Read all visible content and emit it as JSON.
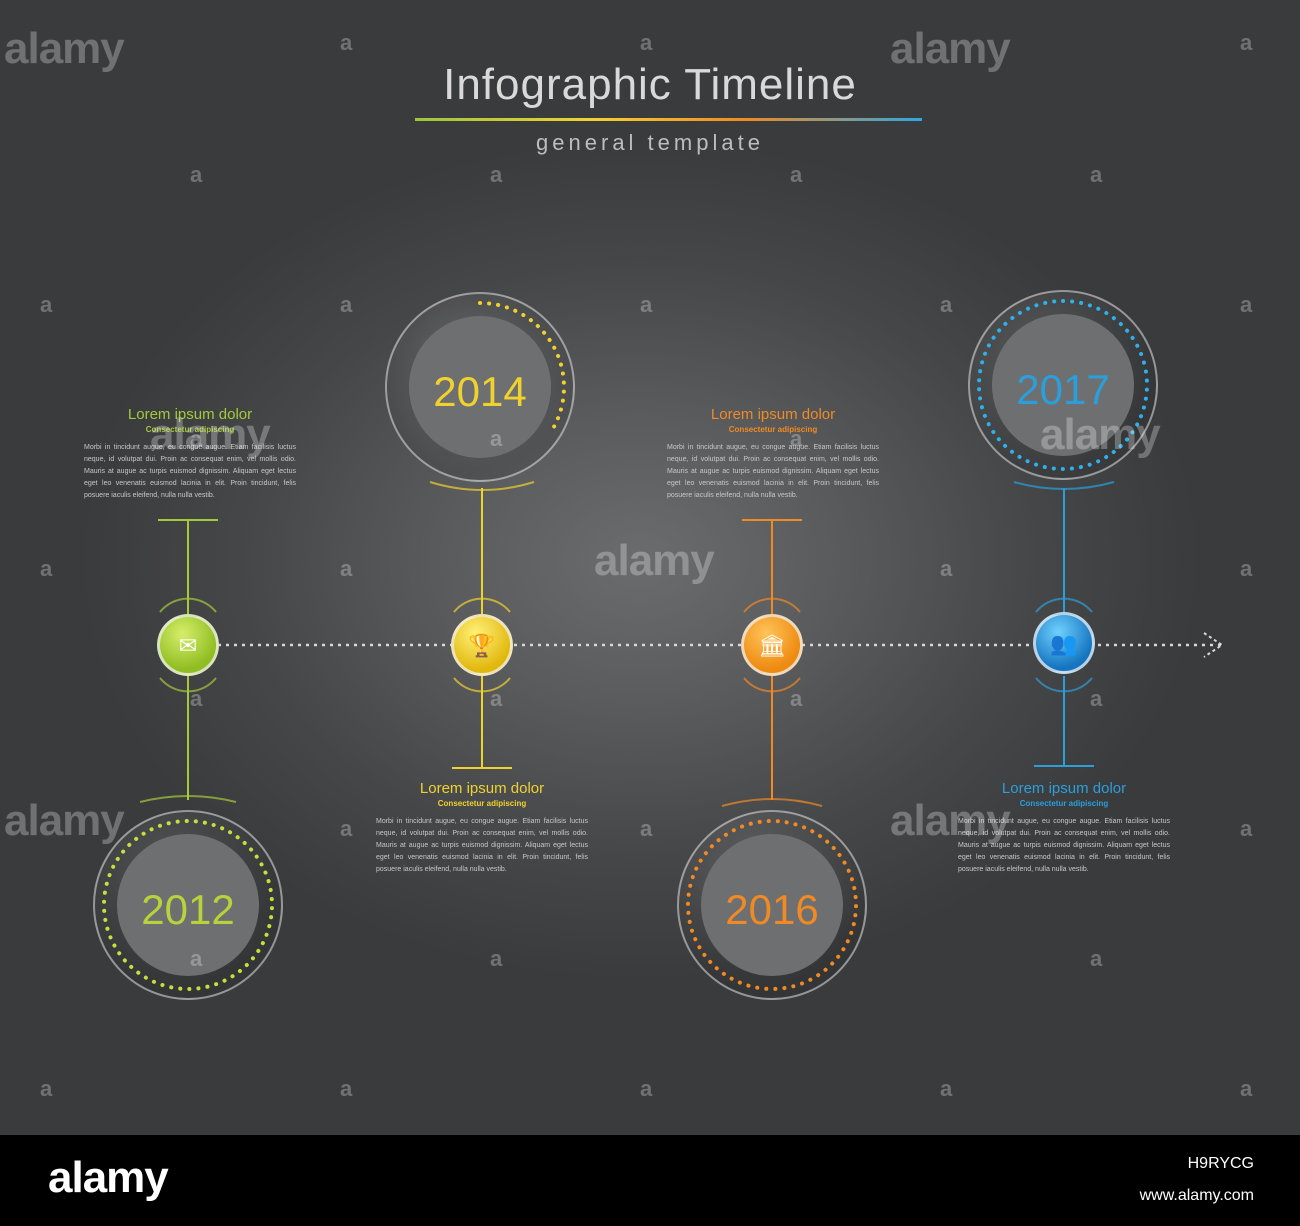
{
  "header": {
    "title": "Infographic Timeline",
    "subtitle": "general template"
  },
  "milestones": [
    {
      "year": "2012",
      "color": "#a5c93a",
      "icon": "envelope-icon",
      "glyph": "✉",
      "heading": "Lorem ipsum dolor",
      "subheading": "Consectetur adipiscing",
      "body": "Morbi in tincidunt augue, eu congue augue. Etiam facilisis luctus neque, id volutpat dui. Proin ac consequat enim, vel mollis odio. Mauris at augue ac turpis euismod dignissim. Aliquam eget lectus eget leo venenatis euismod lacinia in elit. Proin tincidunt, felis posuere iaculis eleifend, nulla nulla vestib."
    },
    {
      "year": "2014",
      "color": "#f0d22e",
      "icon": "trophy-icon",
      "glyph": "🏆",
      "heading": "Lorem ipsum dolor",
      "subheading": "Consectetur adipiscing",
      "body": "Morbi in tincidunt augue, eu congue augue. Etiam facilisis luctus neque, id volutpat dui. Proin ac consequat enim, vel mollis odio. Mauris at augue ac turpis euismod dignissim. Aliquam eget lectus eget leo venenatis euismod lacinia in elit. Proin tincidunt, felis posuere iaculis eleifend, nulla nulla vestib."
    },
    {
      "year": "2016",
      "color": "#f08a24",
      "icon": "column-icon",
      "glyph": "🏛",
      "heading": "Lorem ipsum dolor",
      "subheading": "Consectetur adipiscing",
      "body": "Morbi in tincidunt augue, eu congue augue. Etiam facilisis luctus neque, id volutpat dui. Proin ac consequat enim, vel mollis odio. Mauris at augue ac turpis euismod dignissim. Aliquam eget lectus eget leo venenatis euismod lacinia in elit. Proin tincidunt, felis posuere iaculis eleifend, nulla nulla vestib."
    },
    {
      "year": "2017",
      "color": "#2b9fdb",
      "icon": "people-icon",
      "glyph": "👥",
      "heading": "Lorem ipsum dolor",
      "subheading": "Consectetur adipiscing",
      "body": "Morbi in tincidunt augue, eu congue augue. Etiam facilisis luctus neque, id volutpat dui. Proin ac consequat enim, vel mollis odio. Mauris at augue ac turpis euismod dignissim. Aliquam eget lectus eget leo venenatis euismod lacinia in elit. Proin tincidunt, felis posuere iaculis eleifend, nulla nulla vestib."
    }
  ],
  "watermark": {
    "brand": "alamy",
    "mark": "a"
  },
  "footer": {
    "logo": "alamy",
    "image_id": "H9RYCG",
    "url": "www.alamy.com"
  }
}
